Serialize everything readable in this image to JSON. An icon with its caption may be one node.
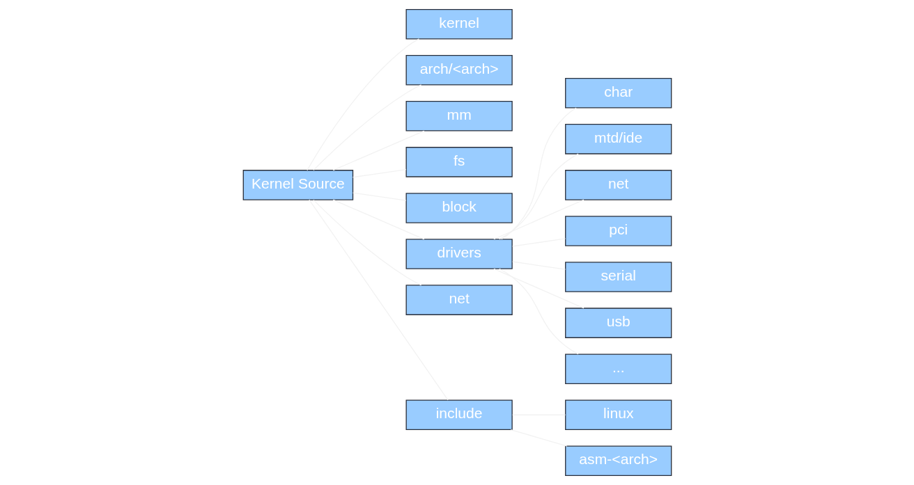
{
  "diagram": {
    "nodes": [
      {
        "text": [
          "Kernel Source"
        ]
      },
      {
        "text": [
          "kernel"
        ]
      },
      {
        "text": [
          "arch/<arch>"
        ]
      },
      {
        "text": [
          "mm"
        ]
      },
      {
        "text": [
          "fs"
        ]
      },
      {
        "text": [
          "block"
        ]
      },
      {
        "text": [
          "drivers"
        ]
      },
      {
        "text": [
          "net"
        ]
      },
      {
        "text": [
          "include"
        ]
      },
      {
        "text": [
          "char"
        ]
      },
      {
        "text": [
          "mtd/ide"
        ]
      },
      {
        "text": [
          "net"
        ]
      },
      {
        "text": [
          "pci"
        ]
      },
      {
        "text": [
          "serial"
        ]
      },
      {
        "text": [
          "usb"
        ]
      },
      {
        "text": [
          "..."
        ]
      },
      {
        "text": [
          "linux"
        ]
      },
      {
        "text": [
          "asm-<arch>"
        ]
      }
    ],
    "edges": [
      {
        "from": 0,
        "to": 1,
        "arrow": "none",
        "color": "#f2f2f2"
      },
      {
        "from": 0,
        "to": 2,
        "arrow": "none",
        "color": "#f2f2f2"
      },
      {
        "from": 0,
        "to": 3,
        "arrow": "none",
        "color": "#f2f2f2"
      },
      {
        "from": 0,
        "to": 4,
        "arrow": "none",
        "color": "#f2f2f2"
      },
      {
        "from": 0,
        "to": 5,
        "arrow": "none",
        "color": "#f2f2f2"
      },
      {
        "from": 0,
        "to": 6,
        "arrow": "none",
        "color": "#f2f2f2"
      },
      {
        "from": 0,
        "to": 7,
        "arrow": "none",
        "color": "#f2f2f2"
      },
      {
        "from": 0,
        "to": 8,
        "arrow": "none",
        "color": "#f2f2f2"
      },
      {
        "from": 6,
        "to": 9,
        "arrow": "none",
        "color": "#f2f2f2"
      },
      {
        "from": 6,
        "to": 10,
        "arrow": "none",
        "color": "#f2f2f2"
      },
      {
        "from": 6,
        "to": 11,
        "arrow": "none",
        "color": "#f2f2f2"
      },
      {
        "from": 6,
        "to": 12,
        "arrow": "none",
        "color": "#f2f2f2"
      },
      {
        "from": 6,
        "to": 13,
        "arrow": "none",
        "color": "#f2f2f2"
      },
      {
        "from": 6,
        "to": 14,
        "arrow": "none",
        "color": "#f2f2f2"
      },
      {
        "from": 6,
        "to": 15,
        "arrow": "none",
        "color": "#f2f2f2"
      },
      {
        "from": 8,
        "to": 16,
        "arrow": "none",
        "color": "#f2f2f2"
      },
      {
        "from": 8,
        "to": 17,
        "arrow": "none",
        "color": "#f2f2f2"
      }
    ]
  }
}
